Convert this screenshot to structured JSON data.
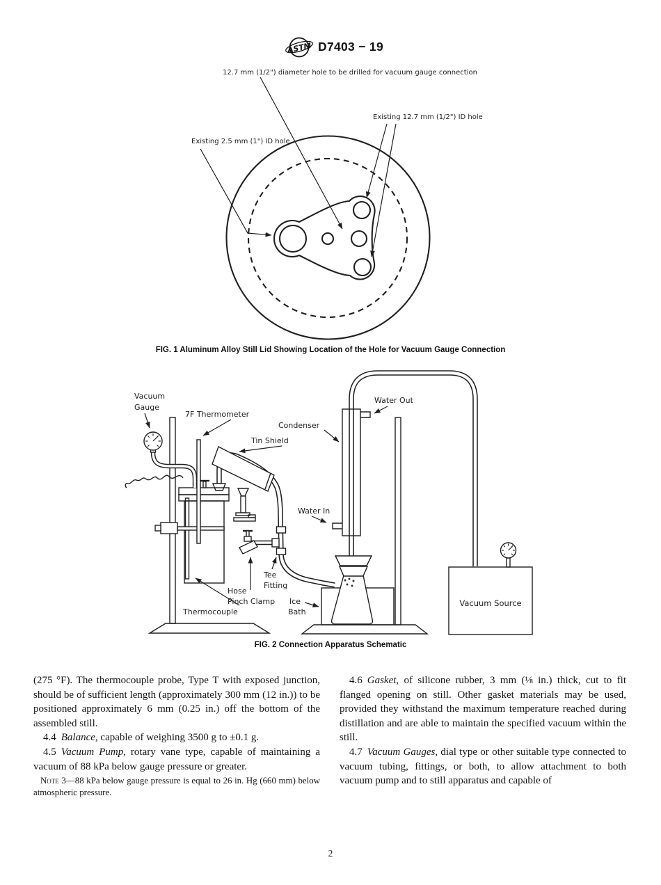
{
  "header": {
    "title": "D7403 − 19",
    "logo": "ASTM"
  },
  "fig1": {
    "caption": "FIG. 1 Aluminum Alloy Still Lid Showing Location of the Hole for Vacuum Gauge Connection",
    "labels": {
      "drill": "12.7 mm (1/2\") diameter hole to be drilled for vacuum gauge connection",
      "existing_right": "Existing 12.7 mm (1/2\") ID hole",
      "existing_left": "Existing 2.5 mm (1\") ID hole"
    }
  },
  "fig2": {
    "caption": "FIG. 2 Connection Apparatus Schematic",
    "labels": {
      "vacuum_gauge_1": "Vacuum",
      "vacuum_gauge_2": "Gauge",
      "thermometer": "7F Thermometer",
      "tin_shield": "Tin Shield",
      "condenser": "Condenser",
      "water_out": "Water Out",
      "water_in": "Water In",
      "tee_1": "Tee",
      "tee_2": "Fitting",
      "hose_1": "Hose",
      "hose_2": "Pinch Clamp",
      "thermocouple": "Thermocouple",
      "ice_1": "Ice",
      "ice_2": "Bath",
      "vacuum_source": "Vacuum Source"
    }
  },
  "body": {
    "left": {
      "p1": "(275 °F). The thermocouple probe, Type T with exposed junction, should be of sufficient length (approximately 300 mm (12 in.)) to be positioned approximately 6 mm (0.25 in.) off the bottom of the assembled still.",
      "s44_num": "4.4",
      "s44_term": "Balance,",
      "s44_text": " capable of weighing 3500 g to ±0.1 g.",
      "s45_num": "4.5",
      "s45_term": "Vacuum Pump,",
      "s45_text": " rotary vane type, capable of maintaining a vacuum of 88 kPa below gauge pressure or greater.",
      "note_label": "Note 3",
      "note_text": "—88 kPa below gauge pressure is equal to 26 in. Hg (660 mm) below atmospheric pressure."
    },
    "right": {
      "s46_num": "4.6",
      "s46_term": "Gasket,",
      "s46_text": " of silicone rubber, 3 mm (⅛ in.) thick, cut to fit flanged opening on still. Other gasket materials may be used, provided they withstand the maximum temperature reached during distillation and are able to maintain the specified vacuum within the still.",
      "s47_num": "4.7",
      "s47_term": "Vacuum Gauges,",
      "s47_text": " dial type or other suitable type connected to vacuum tubing, fittings, or both, to allow attachment to both vacuum pump and to still apparatus and capable of"
    }
  },
  "footer": {
    "page_number": "2"
  }
}
